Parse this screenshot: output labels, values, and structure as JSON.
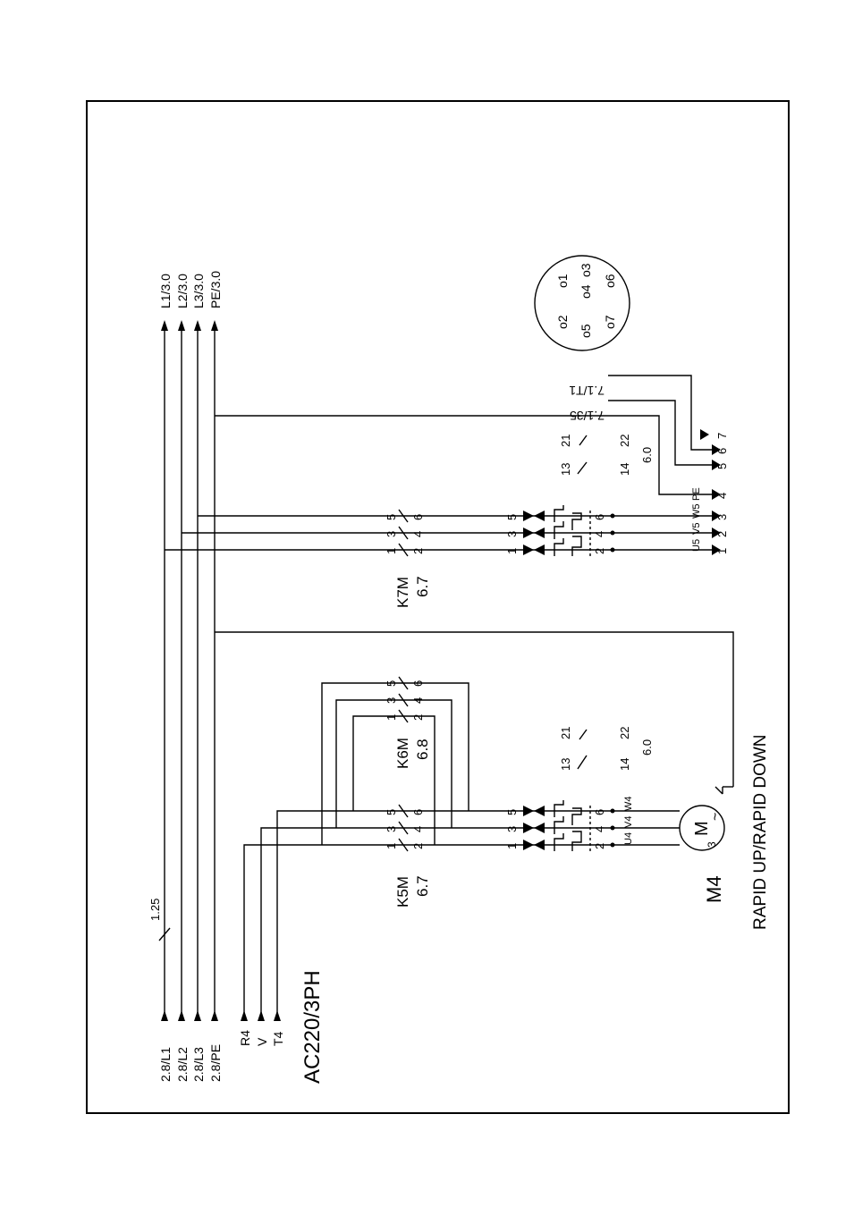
{
  "supply": {
    "left_refs": [
      "2.8/L1",
      "2.8/L2",
      "2.8/L3",
      "2.8/PE"
    ],
    "right_refs": [
      "L1/3.0",
      "L2/3.0",
      "L3/3.0",
      "PE/3.0"
    ],
    "wire_mark": "1.25",
    "voltage": "AC220/3PH",
    "control_refs": [
      "R4",
      "V",
      "T4"
    ]
  },
  "contactors": {
    "k5m": {
      "name": "K5M",
      "ref": "6.7",
      "top_terms": [
        "1",
        "3",
        "5"
      ],
      "bot_terms": [
        "2",
        "4",
        "6"
      ]
    },
    "k6m": {
      "name": "K6M",
      "ref": "6.8",
      "top_terms": [
        "1",
        "3",
        "5"
      ],
      "bot_terms": [
        "2",
        "4",
        "6"
      ]
    },
    "k7m": {
      "name": "K7M",
      "ref": "6.7",
      "top_terms": [
        "1",
        "3",
        "5"
      ],
      "bot_terms": [
        "2",
        "4",
        "6"
      ]
    }
  },
  "relay_terms": {
    "top": [
      "1",
      "3",
      "5"
    ],
    "bot": [
      "2",
      "4",
      "6"
    ]
  },
  "aux1": {
    "no_top": "13",
    "no_bot": "14",
    "nc_top": "21",
    "nc_bot": "22",
    "ref": "6.0"
  },
  "aux2": {
    "no_top": "13",
    "no_bot": "14",
    "nc_top": "21",
    "nc_bot": "22",
    "ref": "6.0"
  },
  "motor": {
    "name": "M4",
    "symbol": "M",
    "phase": "3",
    "ac": "~",
    "terms": [
      "U4",
      "V4",
      "W4"
    ],
    "label": "RAPID UP/RAPID DOWN"
  },
  "output": {
    "terms": [
      "U5",
      "V5",
      "W5",
      "PE"
    ],
    "pins": [
      "1",
      "2",
      "3",
      "4",
      "5",
      "6",
      "7"
    ],
    "refs": [
      "7.1/35",
      "7.1/T1"
    ]
  },
  "connector": {
    "pins": [
      "o2",
      "o1",
      "o5",
      "o4",
      "o3",
      "o7",
      "o6"
    ]
  }
}
